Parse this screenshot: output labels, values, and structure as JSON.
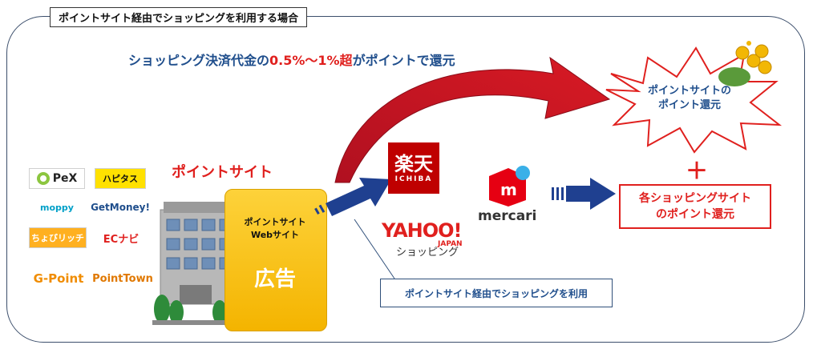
{
  "title": "ポイントサイト経由でショッピングを利用する場合",
  "headline": {
    "part1": "ショッピング決済代金の",
    "part2": "0.5%〜1%超",
    "part3": "がポイントで還元"
  },
  "point_site_label": "ポイントサイト",
  "point_site_logos": [
    "PeX",
    "ハピタス",
    "moppy",
    "GetMoney!",
    "ちょびリッチ",
    "ECナビ",
    "G-Point",
    "PointTown"
  ],
  "ad_panel": {
    "subtitle_line1": "ポイントサイト",
    "subtitle_line2": "Webサイト",
    "main": "広告"
  },
  "shops": {
    "rakuten": "楽天",
    "rakuten_sub": "ICHIBA",
    "mercari": "mercari",
    "yahoo": "YAHOO!",
    "yahoo_japan": "JAPAN",
    "yahoo_sub": "ショッピング"
  },
  "callout": "ポイントサイト経由でショッピングを利用",
  "burst": {
    "line1": "ポイントサイトの",
    "line2": "ポイント還元"
  },
  "plus": "＋",
  "shop_return": {
    "line1": "各ショッピングサイト",
    "line2": "のポイント還元"
  },
  "colors": {
    "accent_red": "#e0201e",
    "accent_blue": "#1f4e8c",
    "arrow_navy": "#1f4090",
    "panel_yellow": "#f4b400"
  }
}
